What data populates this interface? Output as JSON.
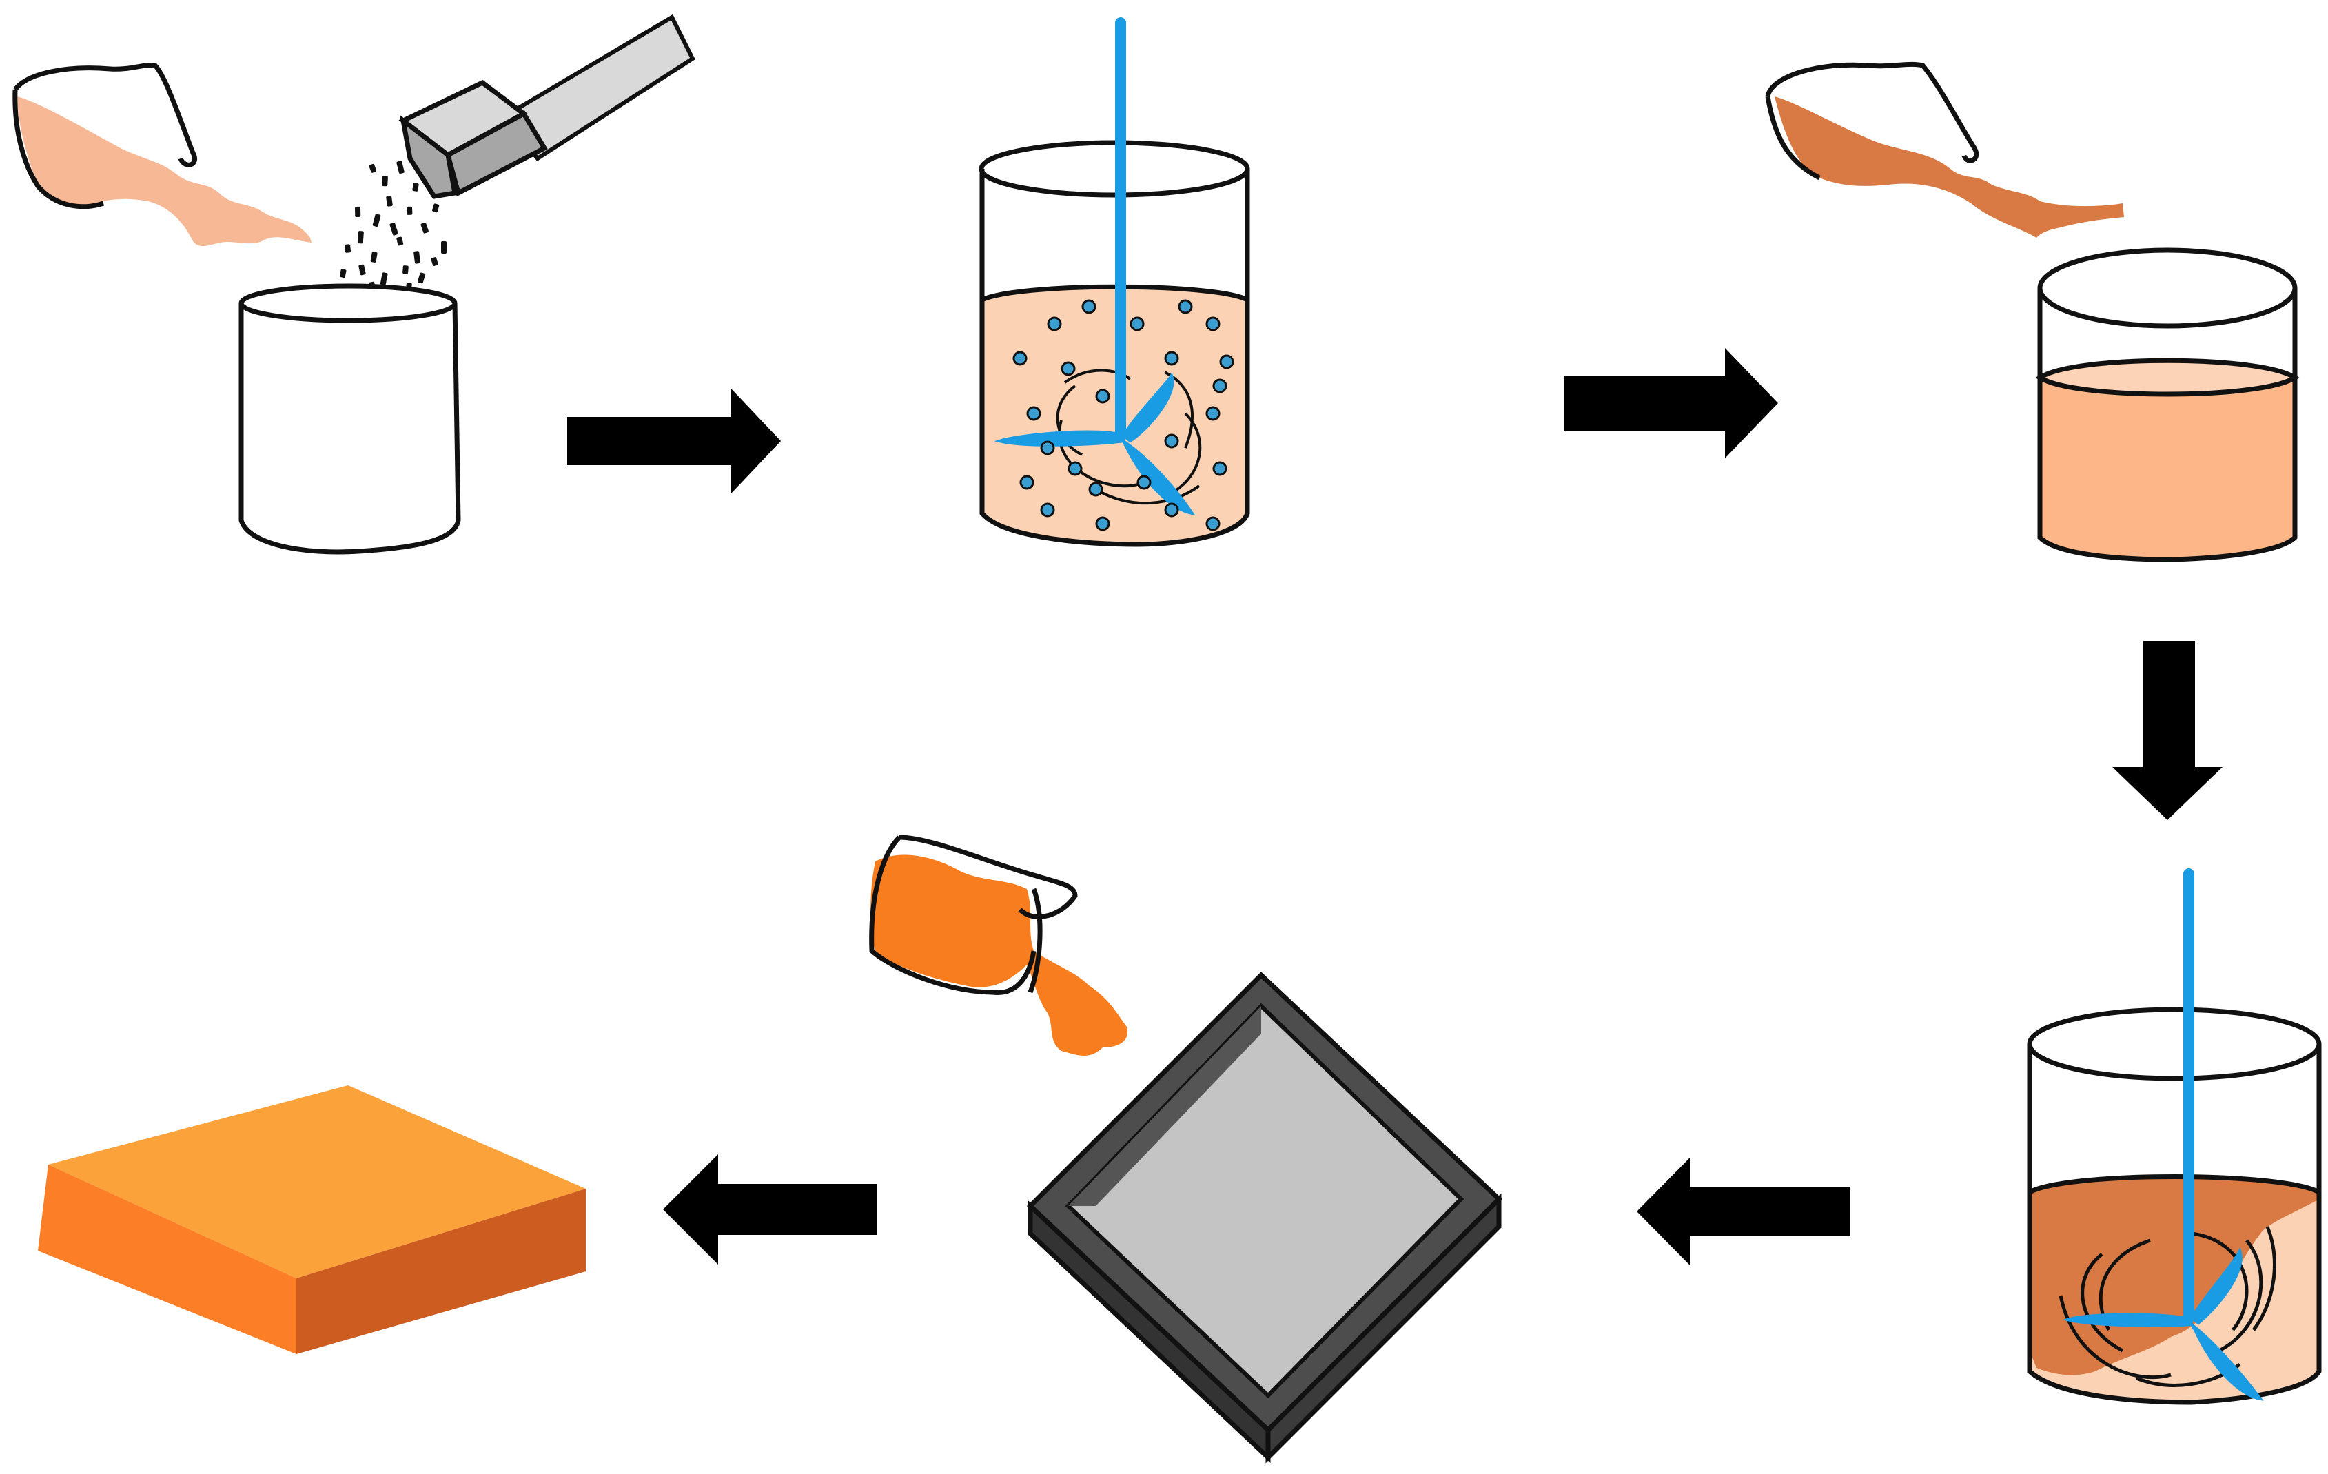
{
  "diagram": {
    "steps": [
      {
        "id": "step1",
        "label": ""
      },
      {
        "id": "step2",
        "label": ""
      },
      {
        "id": "step3",
        "label": ""
      },
      {
        "id": "step4",
        "label": ""
      },
      {
        "id": "step5",
        "label": ""
      },
      {
        "id": "step6",
        "label": ""
      }
    ],
    "flow": [
      "step1",
      "step2",
      "step3",
      "step4",
      "step5",
      "step6"
    ]
  },
  "colors": {
    "outline": "#111111",
    "light_liquid": "#f7b896",
    "suspension_liquid": "#fbd2b4",
    "resin_liquid": "#fdb687",
    "dark_liquid": "#d97a45",
    "orange_pour": "#f77d1e",
    "stirrer": "#1a9ce4",
    "particles": "#3a9fd0",
    "mold_frame": "#4d4d4d",
    "mold_inner": "#c4c4c4",
    "scoop_light": "#d9d9d9",
    "scoop_dark": "#a6a6a6",
    "block_top": "#fba33a",
    "block_front": "#fc7f28",
    "block_side": "#cc5c20",
    "arrow": "#000000"
  }
}
